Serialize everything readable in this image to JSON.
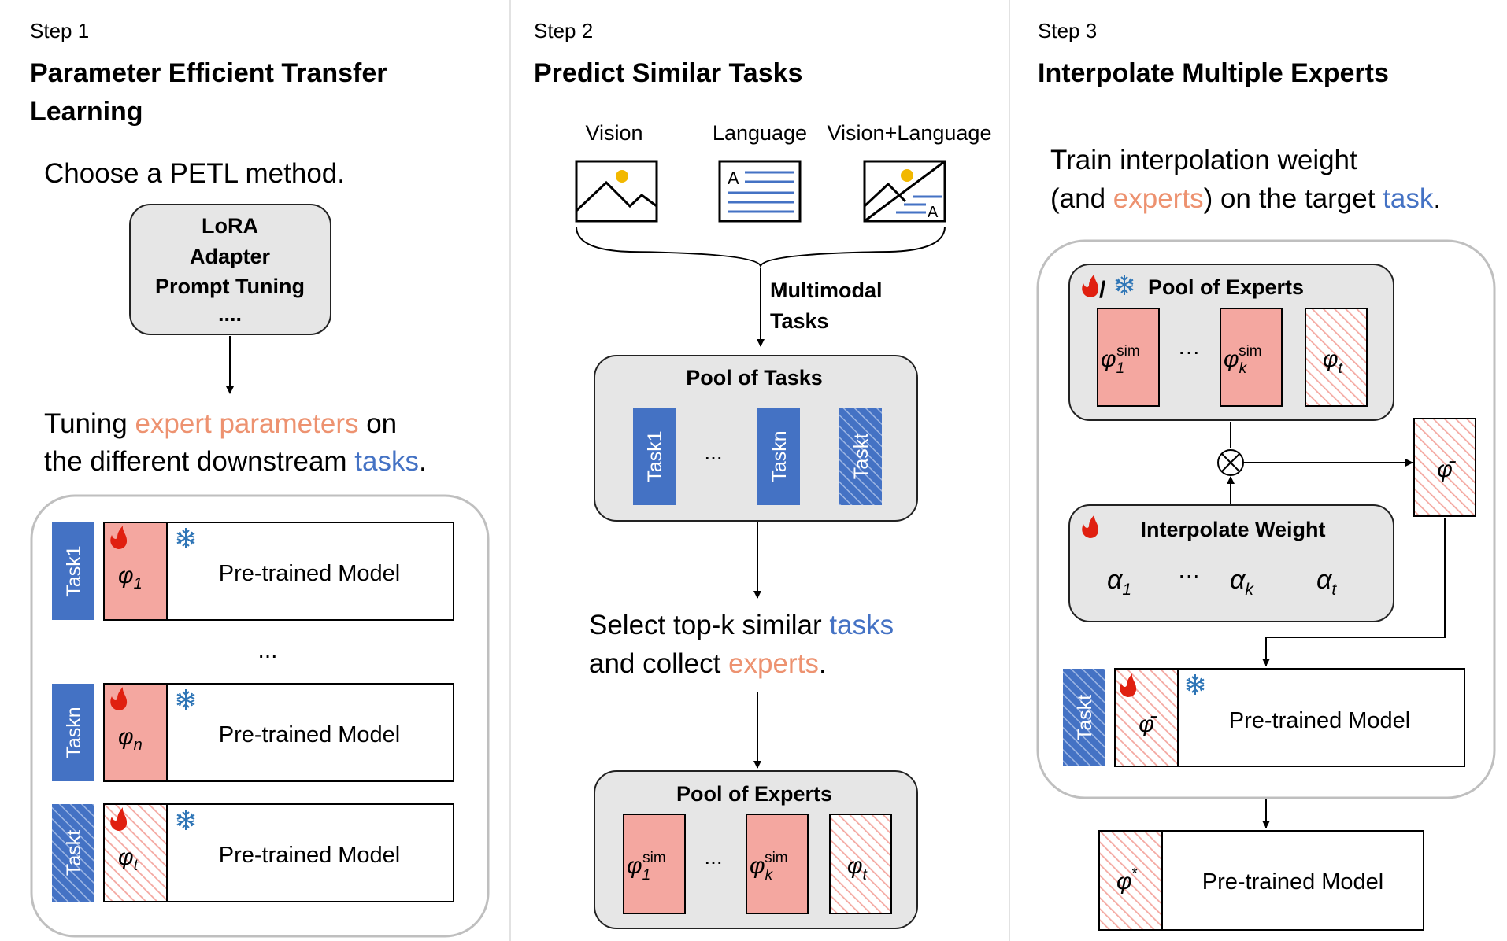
{
  "colors": {
    "blue": "#4472C4",
    "salmon": "#F4A7A0",
    "orange_text": "#ED9270",
    "blue_text": "#4472C4",
    "gray_box": "#E6E6E6",
    "fire": "#E02010",
    "snow": "#2E75B6"
  },
  "step1": {
    "step_label": "Step 1",
    "title_line1": "Parameter Efficient Transfer",
    "title_line2": "Learning",
    "choose_text": "Choose a PETL method.",
    "methods": [
      "LoRA",
      "Adapter",
      "Prompt Tuning",
      "...."
    ],
    "tuning_prefix": "Tuning ",
    "tuning_highlight": "expert parameters",
    "tuning_suffix": " on",
    "tuning_line2_prefix": "the different downstream ",
    "tuning_line2_highlight": "tasks",
    "tuning_line2_suffix": ".",
    "rows": [
      {
        "task": "Task1",
        "param": "φ",
        "sub": "1",
        "model": "Pre-trained Model",
        "hatched": false
      },
      {
        "task": "Taskn",
        "param": "φ",
        "sub": "n",
        "model": "Pre-trained Model",
        "hatched": false
      },
      {
        "task": "Taskt",
        "param": "φ",
        "sub": "t",
        "model": "Pre-trained Model",
        "hatched": true
      }
    ],
    "ellipsis": "..."
  },
  "step2": {
    "step_label": "Step 2",
    "title": "Predict Similar Tasks",
    "modalities": [
      "Vision",
      "Language",
      "Vision+Language"
    ],
    "doc_letter": "A",
    "multimodal_line1": "Multimodal",
    "multimodal_line2": "Tasks",
    "pool_tasks_title": "Pool of Tasks",
    "tasks": [
      "Task1",
      "Taskn",
      "Taskt"
    ],
    "ellipsis": "...",
    "select_prefix": "Select top-k similar ",
    "select_highlight": "tasks",
    "collect_prefix": "and collect ",
    "collect_highlight": "experts",
    "collect_suffix": ".",
    "pool_experts_title": "Pool of Experts",
    "experts": [
      {
        "sym": "φ",
        "sub": "1",
        "sup": "sim"
      },
      {
        "sym": "φ",
        "sub": "k",
        "sup": "sim"
      },
      {
        "sym": "φ",
        "sub": "t",
        "sup": ""
      }
    ]
  },
  "step3": {
    "step_label": "Step 3",
    "title": "Interpolate Multiple Experts",
    "train_line1": "Train interpolation weight",
    "train_line2_a": "(and ",
    "train_line2_b": "experts",
    "train_line2_c": ") on the target ",
    "train_line2_d": "task",
    "train_line2_e": ".",
    "pool_experts_title": "Pool of Experts",
    "slash": "/",
    "experts": [
      {
        "sym": "φ",
        "sub": "1",
        "sup": "sim"
      },
      {
        "sym": "φ",
        "sub": "k",
        "sup": "sim"
      },
      {
        "sym": "φ",
        "sub": "t",
        "sup": ""
      }
    ],
    "otimes": "⊗",
    "phi_bar": "φ̄",
    "interp_title": "Interpolate Weight",
    "alphas": [
      {
        "sym": "α",
        "sub": "1"
      },
      {
        "sym": "α",
        "sub": "k"
      },
      {
        "sym": "α",
        "sub": "t"
      }
    ],
    "ellipsis": "···",
    "taskt": "Taskt",
    "model": "Pre-trained Model",
    "phi_star": "φ",
    "phi_star_sup": "*"
  }
}
